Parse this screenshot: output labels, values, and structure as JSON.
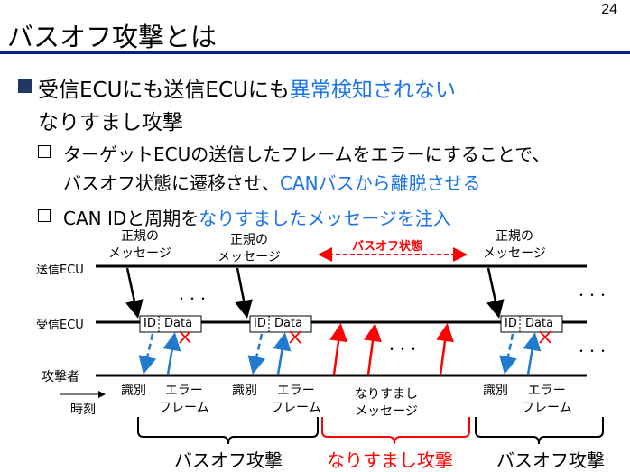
{
  "page_number": "24",
  "title": "バスオフ攻撃とは",
  "bullet1": {
    "text_a": "受信ECUにも送信ECUにも",
    "text_highlight": "異常検知されない",
    "line2": "なりすまし攻撃"
  },
  "sub1": {
    "line1": "ターゲットECUの送信したフレームをエラーにすることで、",
    "line2_a": "バスオフ状態に遷移させ、",
    "line2_highlight": "CANバスから離脱させる"
  },
  "sub2": {
    "text_a": "CAN IDと周期を",
    "text_highlight": "なりすましたメッセージを注入"
  },
  "diagram": {
    "lanes": {
      "sender": "送信ECU",
      "receiver": "受信ECU",
      "attacker": "攻撃者"
    },
    "time_label": "時刻",
    "regular_msg": [
      "正規の",
      "メッセージ"
    ],
    "frame_id": "ID",
    "frame_data": "Data",
    "identify": "識別",
    "error_frame": [
      "エラー",
      "フレーム"
    ],
    "spoof_msg": [
      "なりすまし",
      "メッセージ"
    ],
    "busoff_state": "バスオフ状態",
    "ellipsis": "・・・",
    "phases": [
      "バスオフ攻撃",
      "なりすまし攻撃",
      "バスオフ攻撃"
    ]
  },
  "colors": {
    "accent_blue": "#1a73e8",
    "alert_red": "#ff0000",
    "navy": "#0a1e8c",
    "arrow_blue": "#1f7ad0"
  }
}
